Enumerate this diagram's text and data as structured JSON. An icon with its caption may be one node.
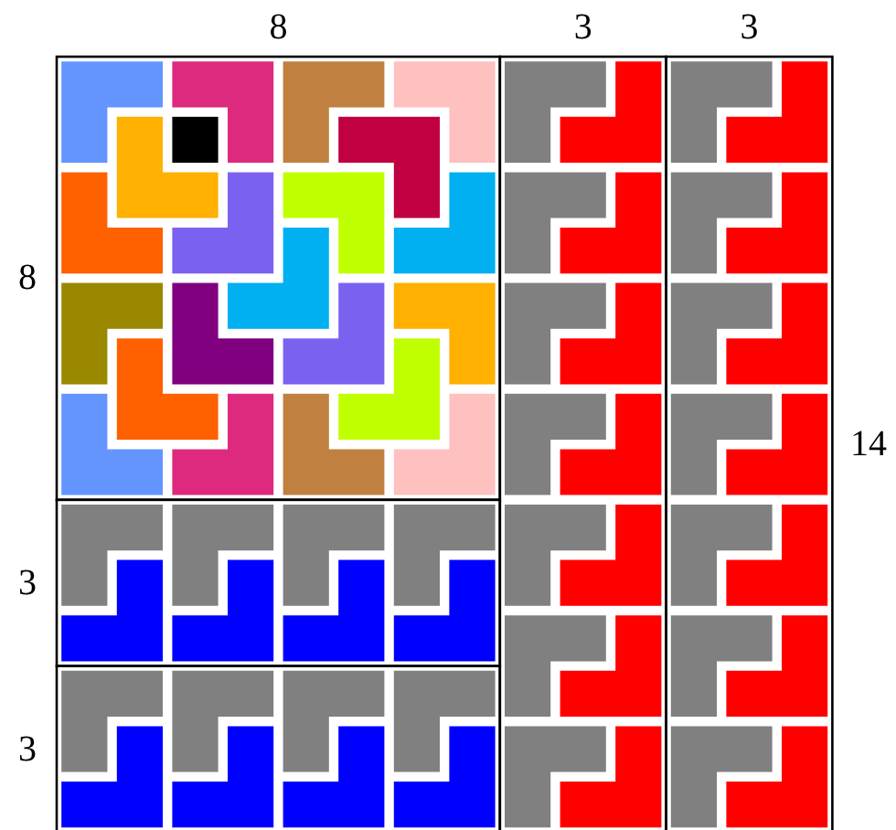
{
  "diagram": {
    "labels": [
      "8",
      "3",
      "3",
      "8",
      "14",
      "3",
      "3"
    ]
  }
}
